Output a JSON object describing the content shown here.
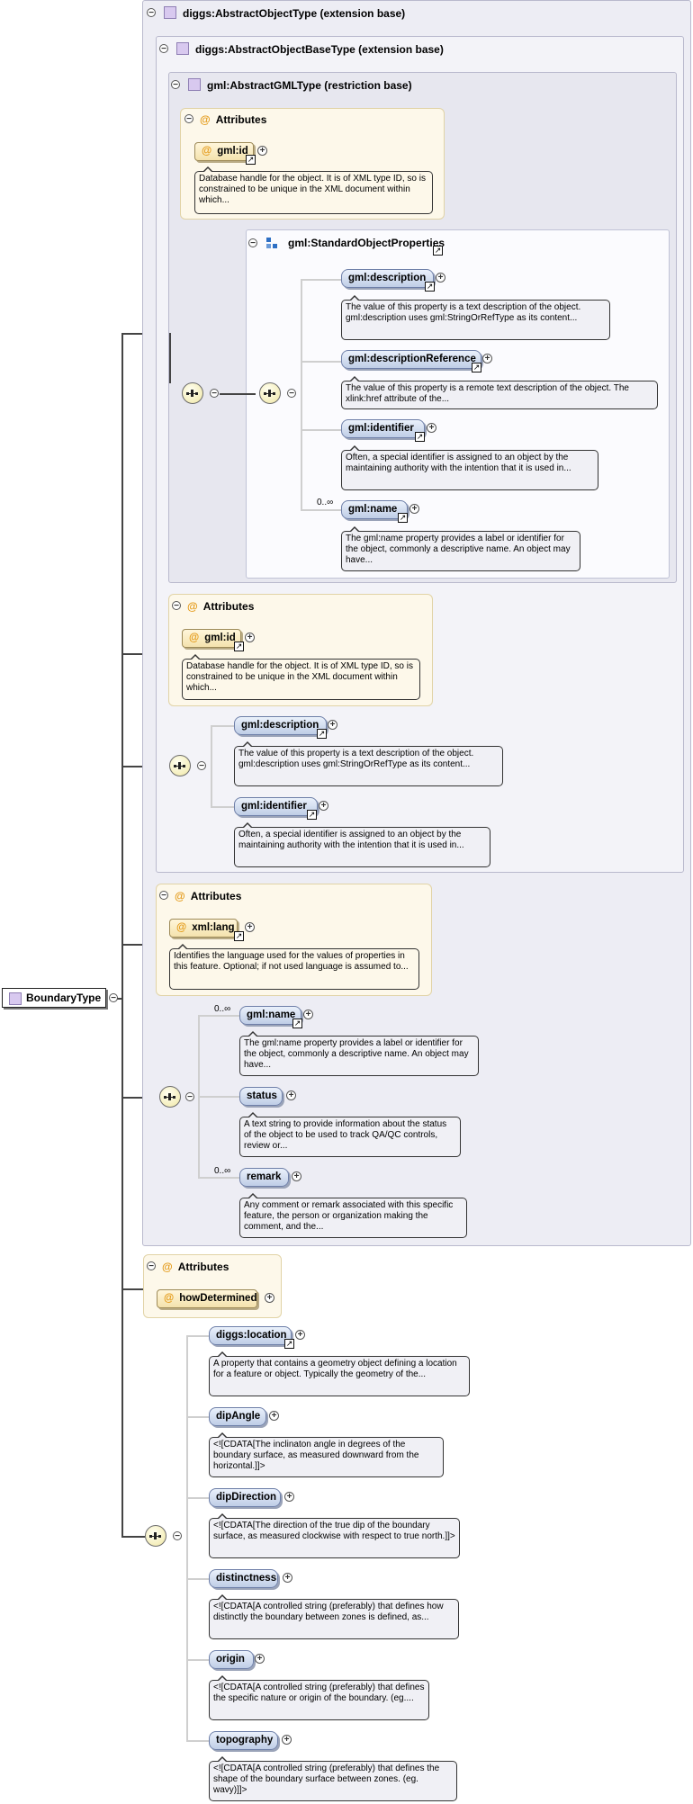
{
  "root": {
    "label": "BoundaryType"
  },
  "abstract_object": {
    "title": "diggs:AbstractObjectType (extension base)"
  },
  "abstract_object_base": {
    "title": "diggs:AbstractObjectBaseType (extension base)"
  },
  "abstract_gml": {
    "title": "gml:AbstractGMLType (restriction base)"
  },
  "attributes_label": "Attributes",
  "gml_attr": {
    "name": "gml:id",
    "doc": "Database handle for the object. It is of XML type ID, so is constrained to be unique in the XML document within which..."
  },
  "std_props": {
    "title": "gml:StandardObjectProperties",
    "items": [
      {
        "name": "gml:description",
        "doc": "The value of this property is a text description of the object. gml:description uses gml:StringOrRefType as its content..."
      },
      {
        "name": "gml:descriptionReference",
        "doc": "The value of this property is a remote text description of the object. The xlink:href attribute of the..."
      },
      {
        "name": "gml:identifier",
        "doc": "Often, a special identifier is assigned to an object by the maintaining authority with the intention that it is used in..."
      },
      {
        "name": "gml:name",
        "occurs": "0..∞",
        "doc": "The gml:name property provides a label or identifier for the object, commonly a descriptive name. An object may have..."
      }
    ]
  },
  "base_attr": {
    "name": "gml:id",
    "doc": "Database handle for the object. It is of XML type ID, so is constrained to be unique in the XML document within which..."
  },
  "base_seq": [
    {
      "name": "gml:description",
      "doc": "The value of this property is a text description of the object. gml:description uses gml:StringOrRefType as its content..."
    },
    {
      "name": "gml:identifier",
      "doc": "Often, a special identifier is assigned to an object by the maintaining authority with the intention that it is used in..."
    }
  ],
  "obj_attr": {
    "name": "xml:lang",
    "doc": "Identifies the language used for the values of properties in this feature. Optional; if not used language is assumed to..."
  },
  "obj_seq": [
    {
      "name": "gml:name",
      "occurs": "0..∞",
      "doc": "The gml:name property provides a label or identifier for the object, commonly a descriptive name. An object may have..."
    },
    {
      "name": "status",
      "doc": "A text string to provide information about the status of the object to be used to track QA/QC controls, review or..."
    },
    {
      "name": "remark",
      "occurs": "0..∞",
      "doc": "Any comment or remark associated with this specific feature, the person or organization making the comment, and the..."
    }
  ],
  "boundary_attr": {
    "name": "howDetermined"
  },
  "boundary_seq": [
    {
      "name": "diggs:location",
      "doc": "A property that contains a geometry object defining a location for a feature or object. Typically the geometry of the..."
    },
    {
      "name": "dipAngle",
      "doc": "<![CDATA[The inclinaton angle in degrees of the boundary surface, as measured downward from the horizontal.]]>"
    },
    {
      "name": "dipDirection",
      "doc": "<![CDATA[The direction of the true dip of the boundary surface, as measured clockwise with respect to true north.]]>"
    },
    {
      "name": "distinctness",
      "doc": "<![CDATA[A controlled string (preferably) that defines how distinctly the boundary between zones is defined, as..."
    },
    {
      "name": "origin",
      "doc": "<![CDATA[A controlled string (preferably) that defines the specific nature or origin of the boundary. (eg...."
    },
    {
      "name": "topography",
      "doc": "<![CDATA[A controlled string (preferably) that defines the shape of the boundary surface between zones. (eg. wavy)]]>"
    }
  ],
  "colors": {
    "attr_bg": "#fdf8ea",
    "type_bg": "#ededf4",
    "pill_bg": "#bfcde6"
  }
}
